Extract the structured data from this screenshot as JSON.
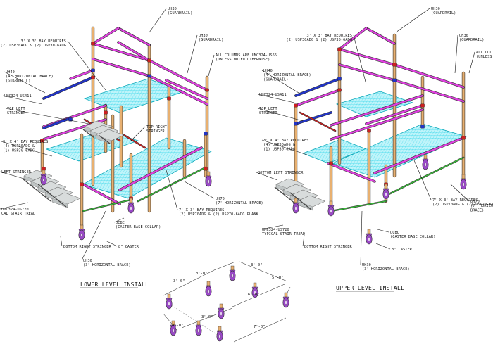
{
  "colors": {
    "deck": "#22d3e6",
    "guardrail": "#e040e0",
    "brace_blue": "#2234c8",
    "column": "#e8b070",
    "caster": "#9a48c8",
    "stair": "#9aa0a0",
    "stringer": "#d02020",
    "horizontal_brace_green": "#38c038"
  },
  "icons": {
    "caster": "caster-wheel",
    "stair": "stair-tread"
  },
  "left": {
    "caption": "LOWER LEVEL INSTALL",
    "labels": {
      "uh30_guardrail": [
        "UH30",
        "(GUARDRAIL)"
      ],
      "bay_3x3": [
        "3' X 3' BAY REQUIRES",
        "(2) USP30ADG & (2) USP30-6ADG"
      ],
      "uh30_guardrail_r": [
        "UH30",
        "(GUARDRAIL)"
      ],
      "columns": [
        "ALL COLUMNS ARE UMC324-US66",
        "(UNLESS NOTED OTHERWISE)"
      ],
      "uh40": [
        "UH40",
        "(4' HORIZONTAL BRACE)",
        "(GUARDRAIL)"
      ],
      "umc324": [
        "UMC324-US411"
      ],
      "top_left": [
        "TOP LEFT",
        "STRINGER"
      ],
      "top_right": [
        "TOP RIGHT",
        "STRINGER"
      ],
      "bay_3x4": [
        "3' X 4' BAY REQUIRES",
        "(4) USP30ADG &",
        "(1) USP30-6ADG"
      ],
      "bottom_left": [
        "LEFT STRINGER"
      ],
      "uh70": [
        "UH70",
        "(7' HORIZONTAL BRACE)"
      ],
      "bay_7x3": [
        "7' X 3' BAY REQUIRES",
        "(2) USP70ADG & (2) USP70-6ADG PLANK"
      ],
      "tread": [
        "UMC324-US720",
        "CAL STAIR TREAD"
      ],
      "ucbc": [
        "UCBC",
        "(CASTER BASE COLLAR)"
      ],
      "bottom_right": [
        "BOTTOM RIGHT STRINGER"
      ],
      "caster": [
        "8\" CASTER"
      ],
      "uh30_h": [
        "UH30",
        "(3' HORIZONTAL BRACE)"
      ]
    }
  },
  "right": {
    "caption": "UPPER LEVEL INSTALL",
    "labels": {
      "uh30_guardrail": [
        "UH30",
        "(GUARDRAIL)"
      ],
      "bay_3x3": [
        "3' X 3' BAY REQUIRES",
        "(2) USP30ADG & (2) USP30-6ADG"
      ],
      "uh30_guardrail_r": [
        "UH30",
        "(GUARDRAIL)"
      ],
      "columns": [
        "ALL COL",
        "(UNLESS"
      ],
      "uh40": [
        "UH40",
        "(4' HORIZONTAL BRACE)",
        "(GUARDRAIL)"
      ],
      "umc324": [
        "UMC324-US411"
      ],
      "top_left": [
        "TOP LEFT",
        "STRINGER"
      ],
      "bay_3x4": [
        "3' X 4' BAY REQUIRES",
        "(4) USP30ADG &",
        "(1) USP30-6ADG"
      ],
      "bottom_left": [
        "BOTTOM LEFT STRINGER"
      ],
      "uh70": [
        "UH70",
        "(7' HORIZONTAL",
        "BRACE)"
      ],
      "bay_7x3": [
        "7' X 3' BAY REQUIRES",
        "(2) USP70ADG & (2) USP70-6ADG"
      ],
      "tread": [
        "UMC324-US720",
        "TYPICAL STAIR TREAD"
      ],
      "ucbc": [
        "UCBC",
        "(CASTER BASE COLLAR)"
      ],
      "bottom_right": [
        "BOTTOM RIGHT STRINGER"
      ],
      "caster": [
        "8\" CASTER"
      ],
      "uh30_h": [
        "UH30",
        "(3' HORIZONTAL BRACE)"
      ]
    }
  },
  "base_plan": {
    "dims": [
      "3'-0\"",
      "3'-0\"",
      "3'-0\"",
      "5'-0\"",
      "4'-0\"",
      "3'-0\"",
      "6'-0\"",
      "7'-0\""
    ]
  }
}
